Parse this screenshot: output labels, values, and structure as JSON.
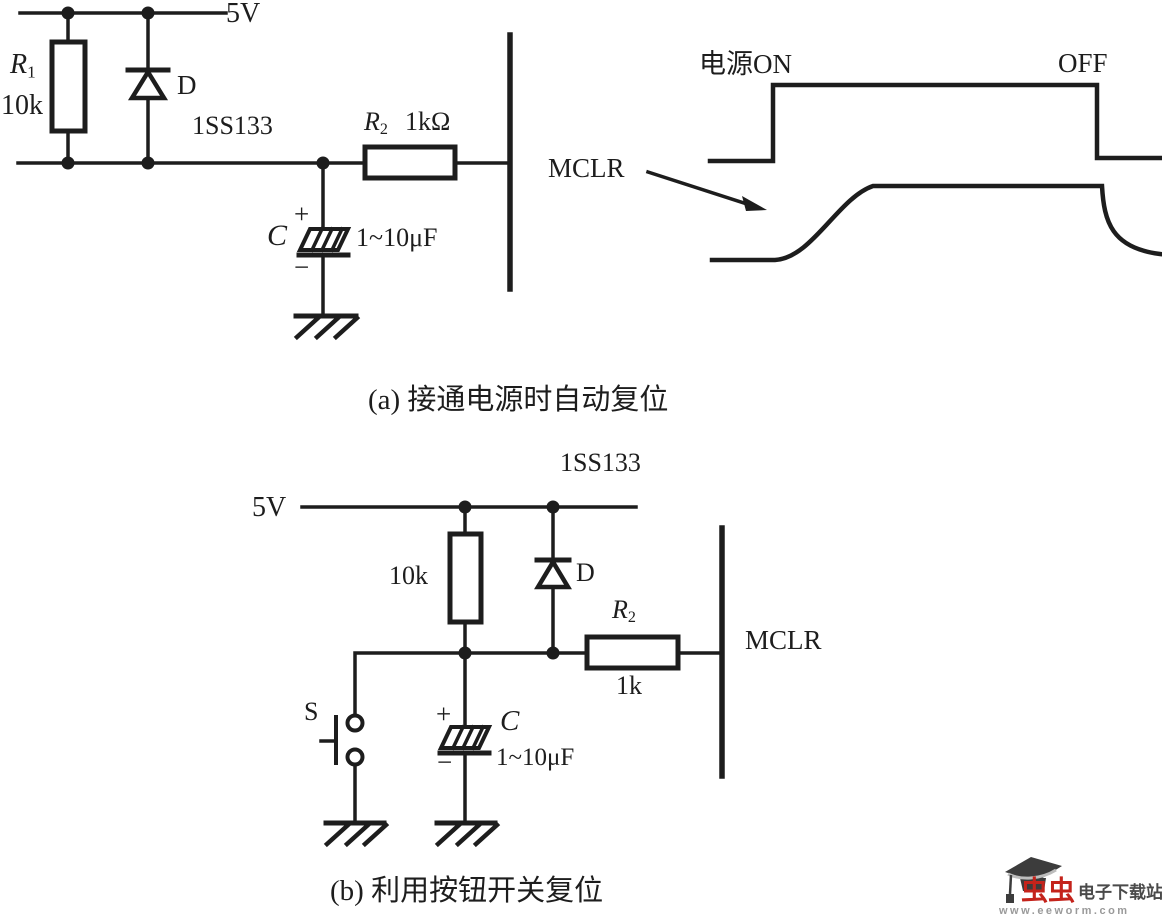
{
  "meta": {
    "ink_color": "#1d1d1d",
    "background": "#ffffff"
  },
  "circuit_a": {
    "supply": "5V",
    "r1": {
      "letter": "R",
      "sub": "1",
      "value": "10k"
    },
    "diode": {
      "name": "D",
      "part": "1SS133"
    },
    "r2": {
      "letter": "R",
      "sub": "2",
      "value": "1kΩ"
    },
    "cap": {
      "name": "C",
      "plus": "+",
      "minus": "−",
      "value": "1~10μF"
    },
    "caption": "(a) 接通电源时自动复位"
  },
  "timing": {
    "power_on": "电源ON",
    "power_off": "OFF",
    "signal": "MCLR"
  },
  "circuit_b": {
    "part": "1SS133",
    "supply": "5V",
    "r1_value": "10k",
    "diode_name": "D",
    "r2": {
      "letter": "R",
      "sub": "2",
      "value": "1k"
    },
    "switch_name": "S",
    "cap": {
      "name": "C",
      "plus": "+",
      "minus": "−",
      "value": "1~10μF"
    },
    "pin": "MCLR",
    "caption": "(b) 利用按钮开关复位"
  },
  "watermark": {
    "brand": "虫虫",
    "site": "电子下载站",
    "url": "www.eeworm.com",
    "brand_color": "#c4231b",
    "site_color": "#4a4a4a",
    "url_color": "#9a9a9a"
  }
}
